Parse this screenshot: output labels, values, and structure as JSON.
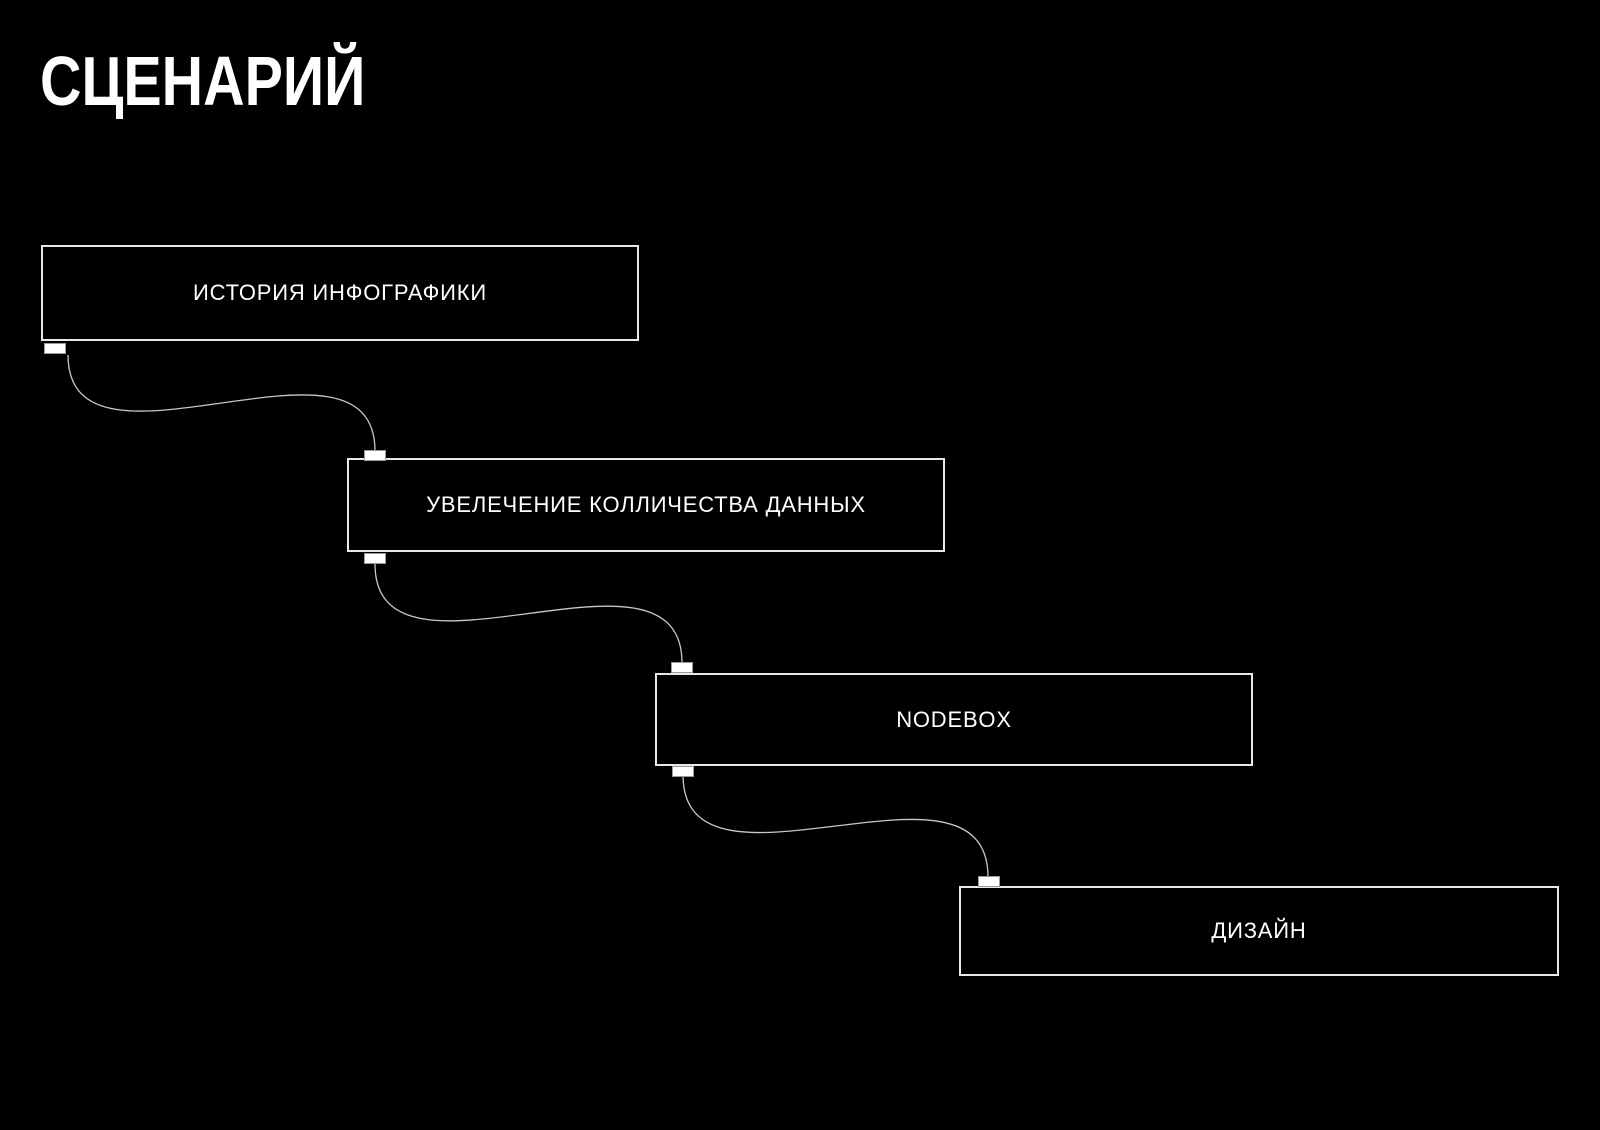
{
  "page": {
    "title": "СЦЕНАРИЙ",
    "background_color": "#000000",
    "title_color": "#ffffff"
  },
  "diagram": {
    "nodes": [
      {
        "id": "node-1",
        "label": "ИСТОРИЯ ИНФОГРАФИКИ"
      },
      {
        "id": "node-2",
        "label": "УВЕЛЕЧЕНИЕ КОЛЛИЧЕСТВА ДАННЫХ"
      },
      {
        "id": "node-3",
        "label": "NODEBOX"
      },
      {
        "id": "node-4",
        "label": "ДИЗАЙН"
      }
    ],
    "connections": [
      {
        "from": "node-1",
        "to": "node-2"
      },
      {
        "from": "node-2",
        "to": "node-3"
      },
      {
        "from": "node-3",
        "to": "node-4"
      }
    ],
    "colors": {
      "node_border": "#e8e8e8",
      "node_fill": "#000000",
      "node_text": "#ffffff",
      "wire": "#c8c8c8",
      "port_fill": "#ffffff"
    }
  }
}
